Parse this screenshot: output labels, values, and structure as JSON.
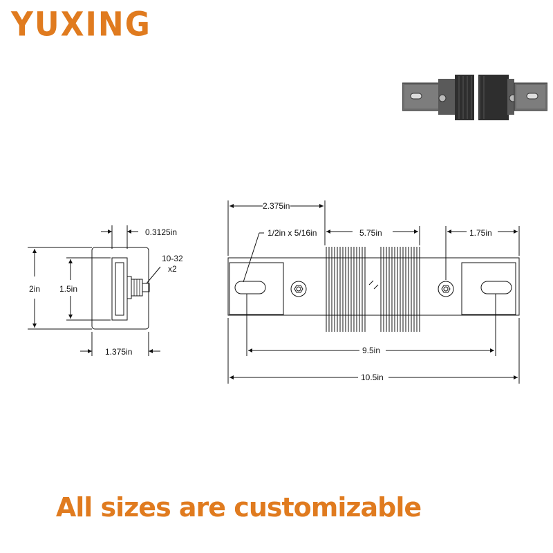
{
  "brand": {
    "logo_text": "YUXING",
    "color": "#e07b1f"
  },
  "product_photo": {
    "icon": "bus-bar-isolator-photo"
  },
  "side_view": {
    "dim_top": "0.3125in",
    "dim_height_outer": "2in",
    "dim_height_inner": "1.5in",
    "dim_width": "1.375in",
    "thread_label": "10-32",
    "thread_qty": "x2"
  },
  "front_view": {
    "dim_offset": "2.375in",
    "dim_slot": "1/2in x 5/16in",
    "dim_insulator": "5.75in",
    "dim_end": "1.75in",
    "dim_hole_span": "9.5in",
    "dim_total": "10.5in"
  },
  "footer": {
    "text": "All sizes are customizable"
  }
}
